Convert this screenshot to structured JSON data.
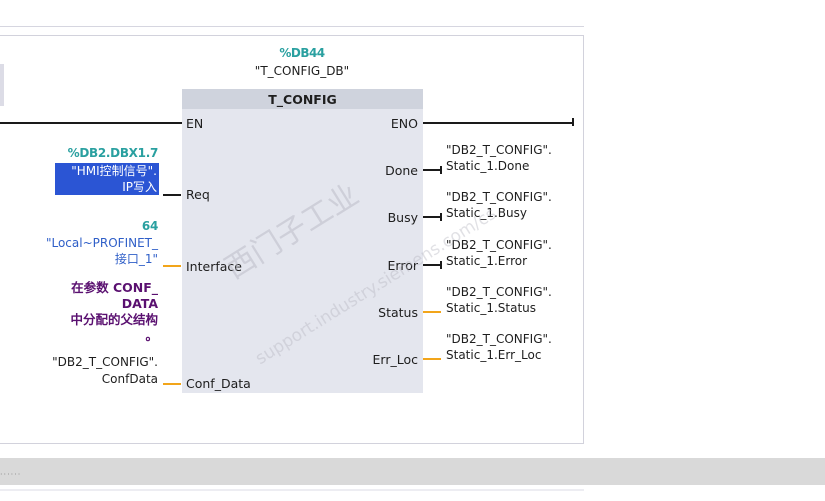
{
  "block": {
    "instance_address": "%DB44",
    "instance_name": "\"T_CONFIG_DB\"",
    "type_name": "T_CONFIG"
  },
  "inputs": [
    {
      "pin": "EN"
    },
    {
      "pin": "Req",
      "address": "%DB2.DBX1.7",
      "operand_line1": "\"HMI控制信号\".",
      "operand_line2": "IP写入"
    },
    {
      "pin": "Interface",
      "value": "64",
      "operand_line1": "\"Local~PROFINET_",
      "operand_line2": "接口_1\""
    },
    {
      "pin": "Conf_Data",
      "comment_line1": "在参数 CONF_",
      "comment_line2": "DATA",
      "comment_line3": "中分配的父结构",
      "comment_line4": "。",
      "operand_line1": "\"DB2_T_CONFIG\".",
      "operand_line2": "ConfData"
    }
  ],
  "outputs": [
    {
      "pin": "ENO"
    },
    {
      "pin": "Done",
      "operand_line1": "\"DB2_T_CONFIG\".",
      "operand_line2": "Static_1.Done"
    },
    {
      "pin": "Busy",
      "operand_line1": "\"DB2_T_CONFIG\".",
      "operand_line2": "Static_1.Busy"
    },
    {
      "pin": "Error",
      "operand_line1": "\"DB2_T_CONFIG\".",
      "operand_line2": "Static_1.Error"
    },
    {
      "pin": "Status",
      "operand_line1": "\"DB2_T_CONFIG\".",
      "operand_line2": "Static_1.Status"
    },
    {
      "pin": "Err_Loc",
      "operand_line1": "\"DB2_T_CONFIG\".",
      "operand_line2": "Static_1.Err_Loc"
    }
  ],
  "watermark": {
    "line1": "西门子工业",
    "line2": "support.industry.siemens.com/cs"
  },
  "status_bar": {
    "text": "······"
  },
  "colors": {
    "address_teal": "#2aa0a0",
    "selection_blue": "#2b55d4",
    "comment_purple": "#5a1070",
    "wire_orange": "#f2a51a",
    "block_fill": "#e4e6ee",
    "block_header": "#cfd3dd"
  }
}
